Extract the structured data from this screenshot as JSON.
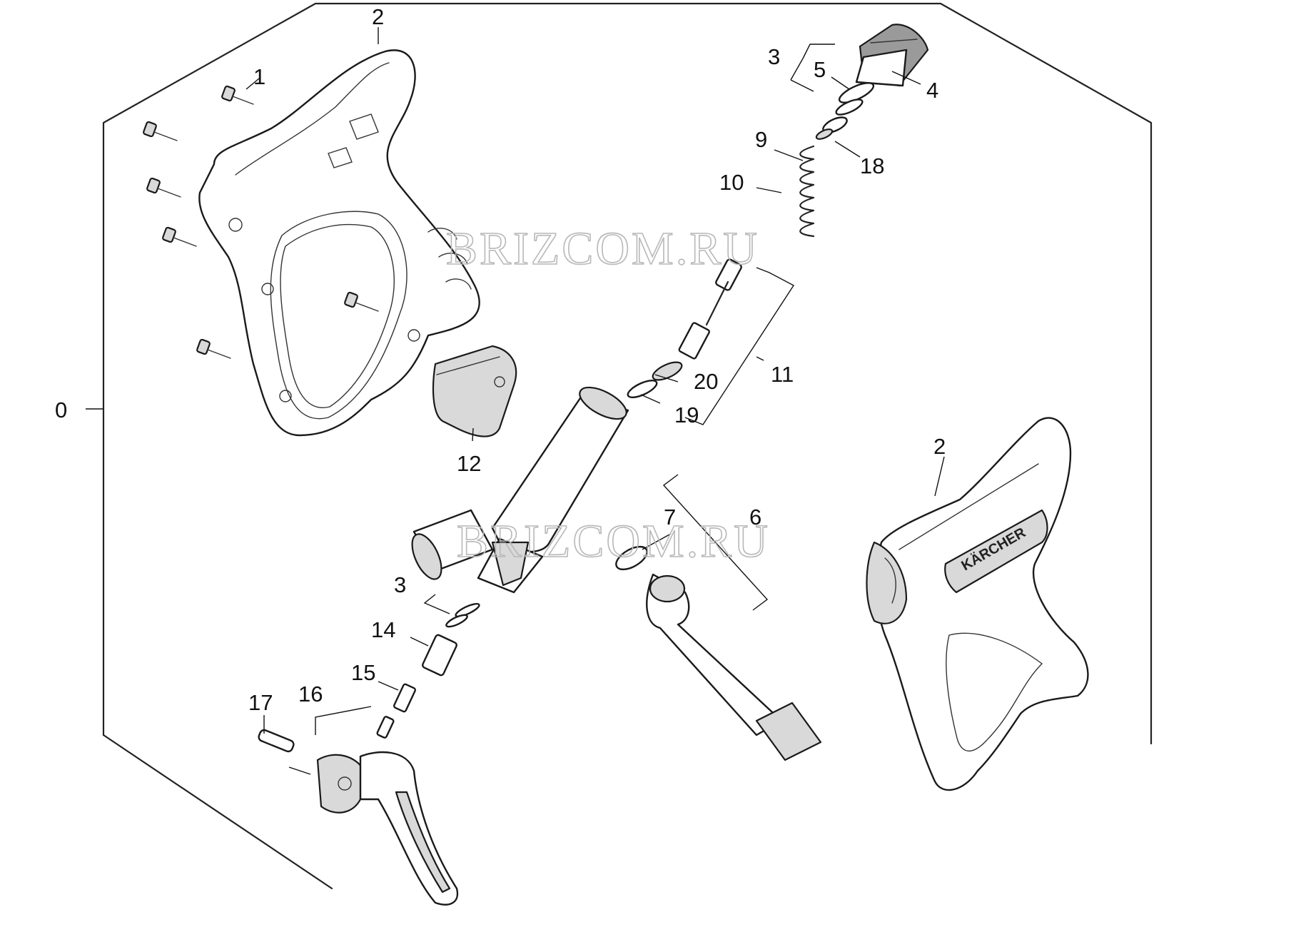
{
  "watermark": "BRIZCOM.RU",
  "brand_logo": "KÄRCHER",
  "callouts": [
    {
      "id": "c0",
      "text": "0"
    },
    {
      "id": "c1",
      "text": "1"
    },
    {
      "id": "c2a",
      "text": "2"
    },
    {
      "id": "c2b",
      "text": "2"
    },
    {
      "id": "c3a",
      "text": "3"
    },
    {
      "id": "c3b",
      "text": "3"
    },
    {
      "id": "c4",
      "text": "4"
    },
    {
      "id": "c5",
      "text": "5"
    },
    {
      "id": "c6",
      "text": "6"
    },
    {
      "id": "c7",
      "text": "7"
    },
    {
      "id": "c9",
      "text": "9"
    },
    {
      "id": "c10",
      "text": "10"
    },
    {
      "id": "c11",
      "text": "11"
    },
    {
      "id": "c12",
      "text": "12"
    },
    {
      "id": "c14",
      "text": "14"
    },
    {
      "id": "c15",
      "text": "15"
    },
    {
      "id": "c16",
      "text": "16"
    },
    {
      "id": "c17",
      "text": "17"
    },
    {
      "id": "c18",
      "text": "18"
    },
    {
      "id": "c19",
      "text": "19"
    },
    {
      "id": "c20",
      "text": "20"
    }
  ]
}
